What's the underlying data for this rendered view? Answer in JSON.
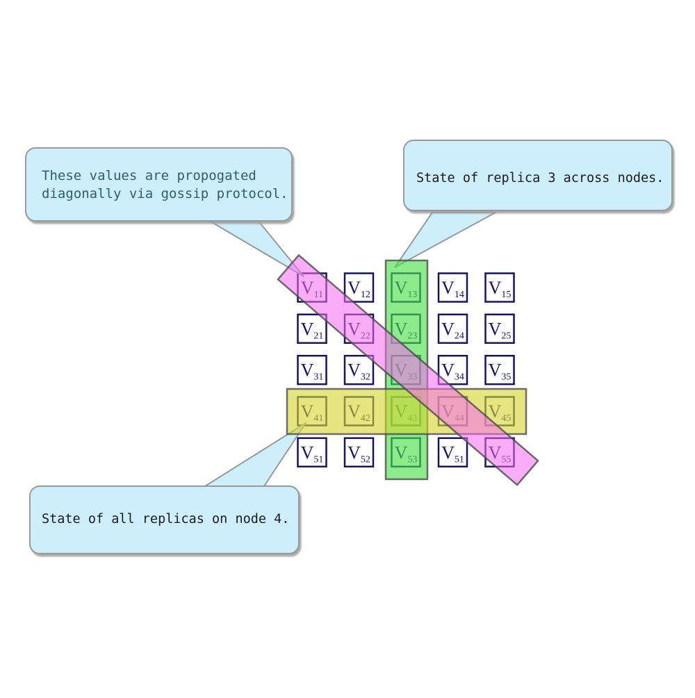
{
  "diagram_title": "Replicated values matrix with gossip propagation highlights",
  "callouts": [
    {
      "name": "gossip-callout",
      "lines": [
        "These values are propogated",
        "diagonally via gossip protocol."
      ]
    },
    {
      "name": "replica-callout",
      "lines": [
        "State of replica 3 across nodes."
      ]
    },
    {
      "name": "node-callout",
      "lines": [
        "State of all replicas on node 4."
      ]
    }
  ],
  "matrix": {
    "value_prefix": "V",
    "rows": 5,
    "cols": 5,
    "subscripts": [
      [
        "11",
        "12",
        "13",
        "14",
        "15"
      ],
      [
        "21",
        "22",
        "23",
        "24",
        "25"
      ],
      [
        "31",
        "32",
        "33",
        "34",
        "35"
      ],
      [
        "41",
        "42",
        "43",
        "44",
        "45"
      ],
      [
        "51",
        "52",
        "53",
        "51",
        "55"
      ]
    ]
  },
  "bands": {
    "green_label": "replica-3-column",
    "yellow_label": "node-4-row",
    "pink_label": "diagonal-gossip"
  },
  "colors": {
    "background": "#ffffff",
    "callout_fill": "#cdeefb",
    "callout_border": "#999999",
    "callout1_text": "#2e5d73",
    "callout_text_dark": "#1a1a1a",
    "cell_border": "#14145f",
    "cell_fill": "#ffffff",
    "cell_text": "#14145f",
    "band_green_fill": "rgba(70,225,70,0.62)",
    "band_yellow_fill": "rgba(214,214,45,0.60)",
    "band_pink_fill": "rgba(246,105,240,0.55)",
    "band_stroke": "rgba(75,75,75,0.80)"
  }
}
